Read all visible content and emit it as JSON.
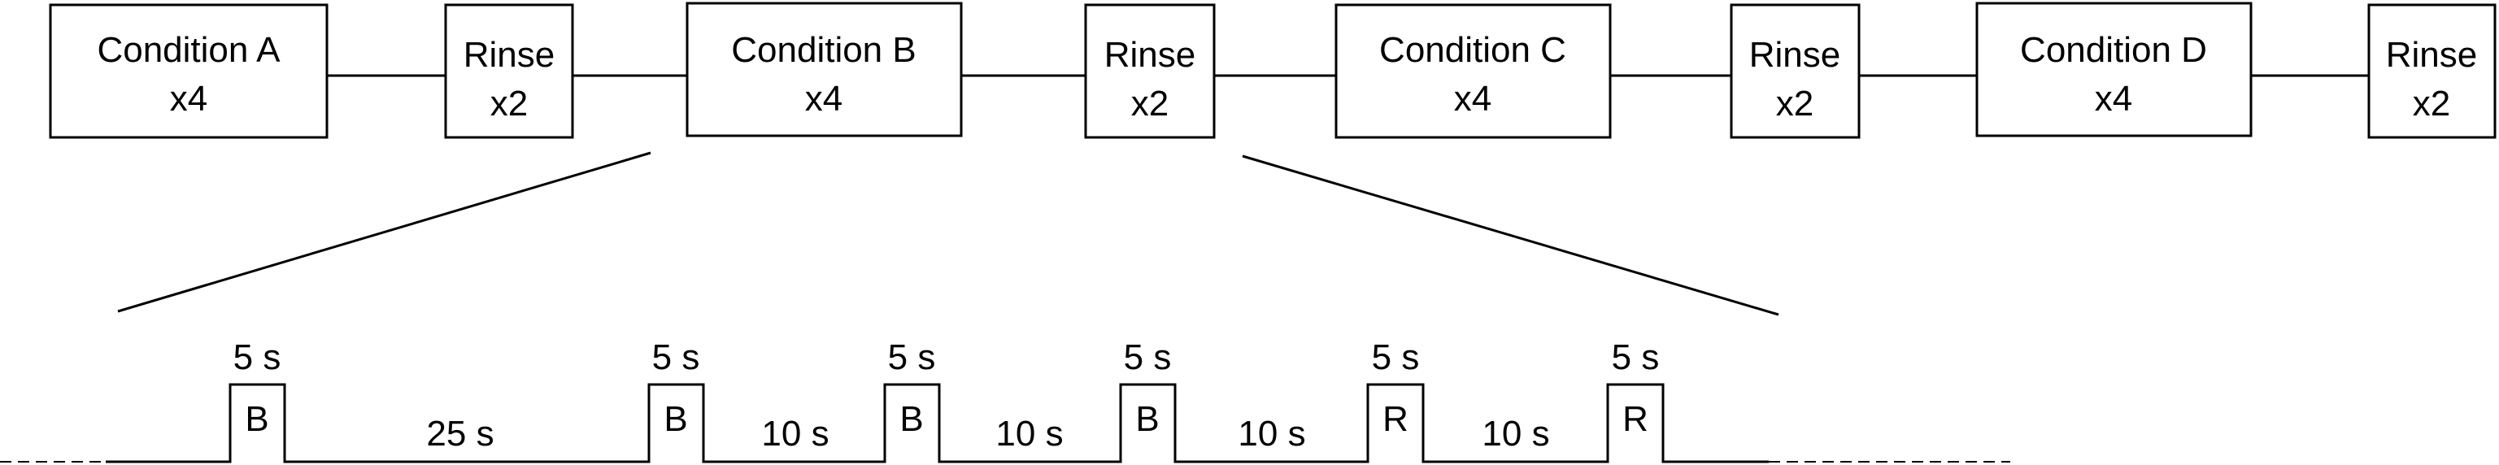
{
  "protocol": [
    {
      "line1": "Condition A",
      "line2": "x4"
    },
    {
      "line1": "Rinse",
      "line2": "x2"
    },
    {
      "line1": "Condition B",
      "line2": "x4"
    },
    {
      "line1": "Rinse",
      "line2": "x2"
    },
    {
      "line1": "Condition C",
      "line2": "x4"
    },
    {
      "line1": "Rinse",
      "line2": "x2"
    },
    {
      "line1": "Condition D",
      "line2": "x4"
    },
    {
      "line1": "Rinse",
      "line2": "x2"
    }
  ],
  "pulses": [
    {
      "label": "B",
      "duration": "5 s"
    },
    {
      "label": "B",
      "duration": "5 s"
    },
    {
      "label": "B",
      "duration": "5 s"
    },
    {
      "label": "B",
      "duration": "5 s"
    },
    {
      "label": "R",
      "duration": "5 s"
    },
    {
      "label": "R",
      "duration": "5 s"
    }
  ],
  "intervals": [
    "25 s",
    "10 s",
    "10 s",
    "10 s",
    "10 s"
  ]
}
